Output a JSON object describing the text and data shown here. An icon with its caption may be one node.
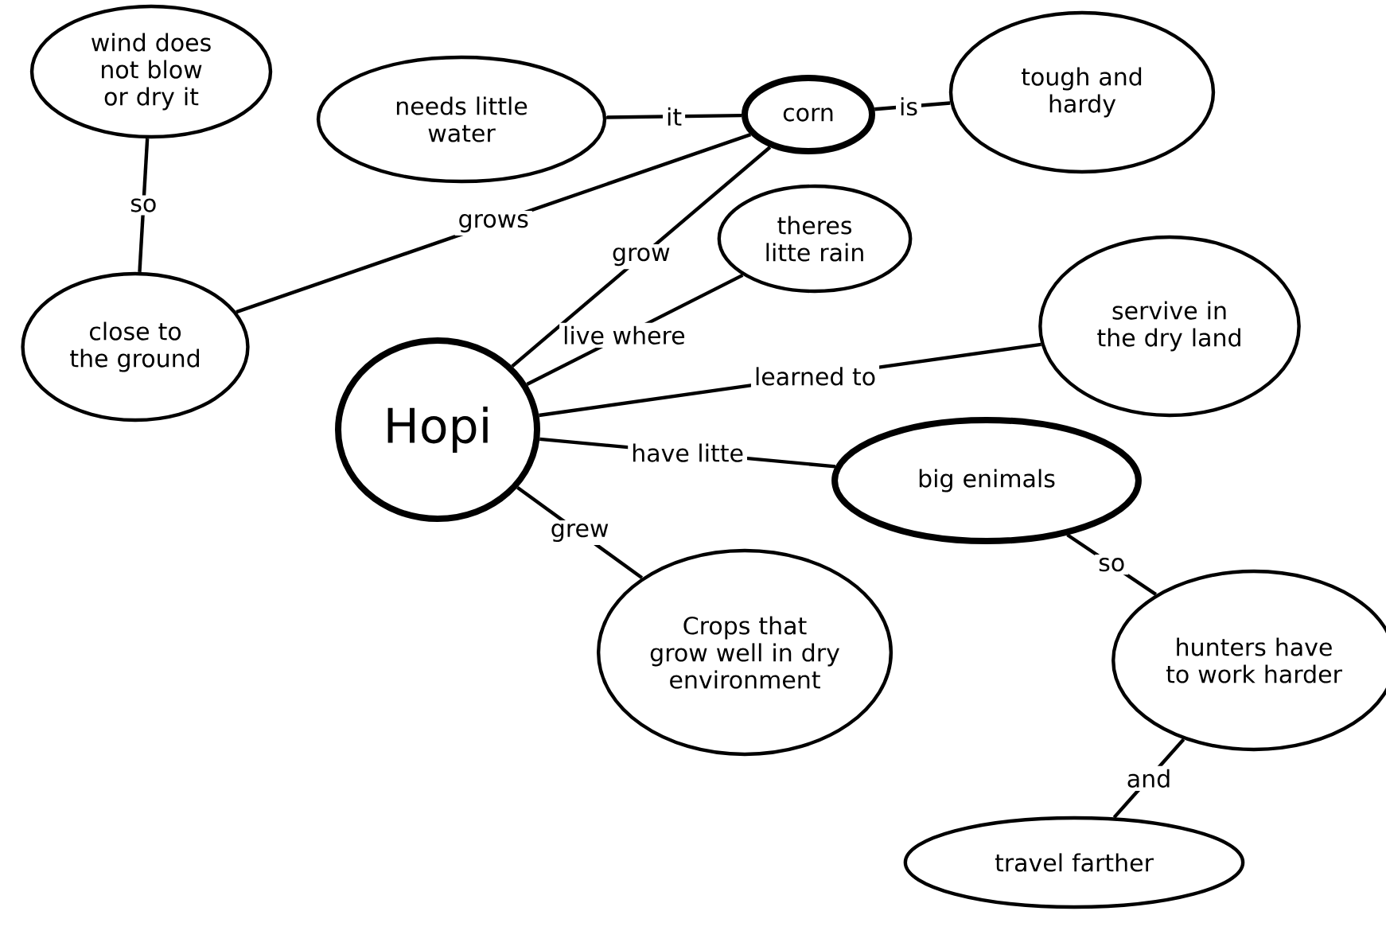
{
  "diagram": {
    "nodes": [
      {
        "text": [
          "wind does not blow or dry it"
        ]
      },
      {
        "text": [
          "needs little water"
        ]
      },
      {
        "text": [
          "corn"
        ]
      },
      {
        "text": [
          "tough and hardy"
        ]
      },
      {
        "text": [
          "theres litte rain"
        ]
      },
      {
        "text": [
          "close to the ground"
        ]
      },
      {
        "text": [
          "Hopi"
        ]
      },
      {
        "text": [
          "servive in the dry land"
        ]
      },
      {
        "text": [
          "big enimals"
        ]
      },
      {
        "text": [
          "Crops that grow well in dry environment"
        ]
      },
      {
        "text": [
          "hunters have to work harder"
        ]
      },
      {
        "text": [
          "travel farther"
        ]
      }
    ],
    "edges": [
      {
        "from": 2,
        "to": 1,
        "label": "it",
        "arrow": "none"
      },
      {
        "from": 2,
        "to": 3,
        "label": "is",
        "arrow": "none"
      },
      {
        "from": 2,
        "to": 5,
        "label": "grows",
        "arrow": "none"
      },
      {
        "from": 5,
        "to": 0,
        "label": "so",
        "arrow": "none"
      },
      {
        "from": 6,
        "to": 2,
        "label": "grow",
        "arrow": "none"
      },
      {
        "from": 6,
        "to": 4,
        "label": "live where",
        "arrow": "none"
      },
      {
        "from": 6,
        "to": 7,
        "label": "learned to",
        "arrow": "none"
      },
      {
        "from": 6,
        "to": 8,
        "label": "have litte",
        "arrow": "none"
      },
      {
        "from": 6,
        "to": 9,
        "label": "grew",
        "arrow": "none"
      },
      {
        "from": 8,
        "to": 10,
        "label": "so",
        "arrow": "none"
      },
      {
        "from": 10,
        "to": 11,
        "label": "and",
        "arrow": "none"
      }
    ]
  }
}
